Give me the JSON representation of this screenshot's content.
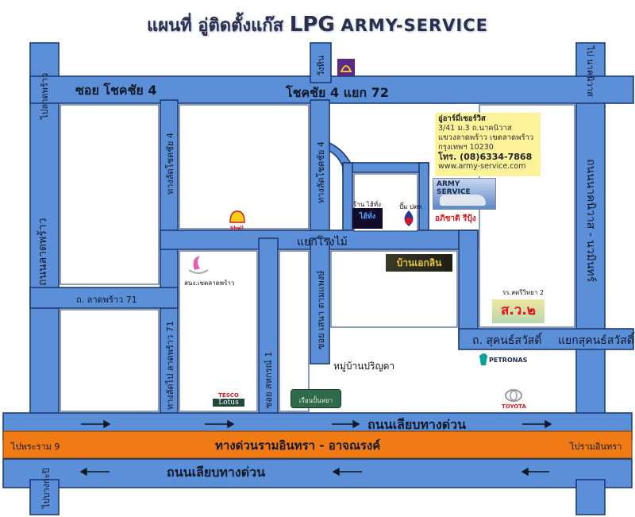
{
  "title": {
    "thai": "แผนที่ อู่ติดตั้งแก๊ส",
    "lpg": "LPG",
    "brand": "ARMY-SERVICE"
  },
  "roads": {
    "soi_chokchai4": "ซอย โชคชัย 4",
    "chokchai4_yaek72": "โชคชัย 4 แยก 72",
    "to_lat_phrao_top": "ไปลาดพร้าว",
    "wang_hin": "วังหิน",
    "to_nak_top_right": "ไป นาคนิวาส",
    "lat_phrao_road": "ถนนลาดพร้าว",
    "nak_niwat_road": "ถนนนาคนิวาส - นวมินทร์",
    "thang_lat_chokchai4_left": "ทางลัดโชคชัย 4",
    "thang_lat_chokchai4_right": "ทางลัดโชคชัย 4",
    "yaek_rong_mai": "แยกโรงไม้",
    "lat_phrao71": "ถ. ลาดพร้าว 71",
    "thang_lat_lat_phrao71": "ทางลัดไป ลาดพร้าว 71",
    "soi_sahakorn1": "ซอย สหกรณ์ 1",
    "soi_sena_nam": "ซอย เสนา ตามแพงษ์",
    "sukon_sawat": "ถ. สุคนธ์สวัสดิ์",
    "yaek_sukon_sawat": "แยกสุคนธ์สวัสดิ์",
    "frontage_top": "ถนนเลียบทางด่วน",
    "frontage_bottom": "ถนนเลียบทางด่วน",
    "expressway": "ทางด่วนรามอินทรา - อาจณรงค์",
    "to_rama9": "ไปพระราม 9",
    "to_ram_inthra": "ไปรามอินทรา",
    "to_bang_kapi": "ไปบางกะปิ"
  },
  "info_box": {
    "name": "อู่อาร์มี่เซอร์วิส",
    "address1": "3/41 ม.3 ถ.นาคนิวาส",
    "address2": "แขวงลาดพร้าว เขตลาดพร้าว",
    "address3": "กรุงเทพฯ 10230",
    "phone": "โทร. (08)6334-7868",
    "website": "www.army-service.com"
  },
  "pois": {
    "shop_label": "ร้าน ไฮ้ทั่ง",
    "ptt_label": "ปั๊ม ปตท.",
    "army_service_banner": "ARMY SERVICE",
    "aribat_sign": "อภิชาติ รีปุ้ง",
    "shell": "Shell",
    "district_office": "สนง.เขตลาดพร้าว",
    "baan_aekkalin": "บ้านเอกลิน",
    "school_label": "รร.สตรีวิทยา 2",
    "school_badge": "ส.ว.๒",
    "petronas": "PETRONAS",
    "village": "หมู่บ้านปริญดา",
    "tesco": "TESCO",
    "lotus": "Lotus",
    "ruen_restaurant": "เรือนปั้นหยา",
    "toyota": "TOYOTA"
  },
  "colors": {
    "road": "#5b8fd8",
    "road_border": "#1d3c74",
    "expressway": "#f07a14",
    "info_box": "#fbf29a",
    "sign_red": "#e0141c"
  }
}
